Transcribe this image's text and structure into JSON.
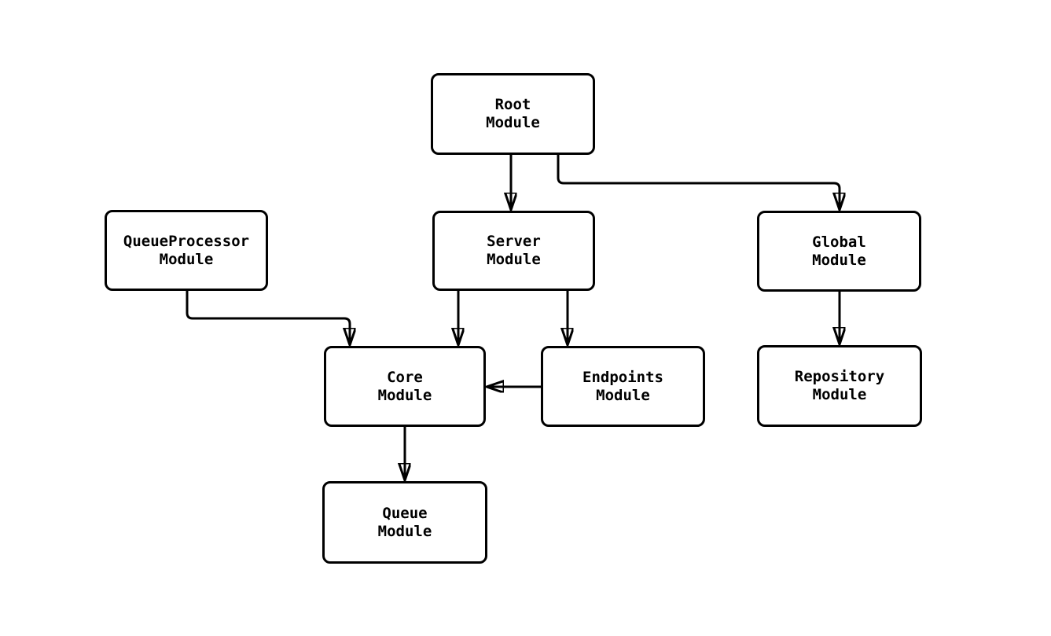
{
  "diagram": {
    "type": "module-dependency-flowchart",
    "background_color": "#ffffff",
    "node_fill": "#ffffff",
    "node_border_color": "#000000",
    "edge_color": "#000000",
    "text_color": "#000000",
    "nodes": [
      {
        "id": "root",
        "label": "Root\nModule"
      },
      {
        "id": "queueprocessor",
        "label": "QueueProcessor\nModule"
      },
      {
        "id": "server",
        "label": "Server\nModule"
      },
      {
        "id": "global",
        "label": "Global\nModule"
      },
      {
        "id": "core",
        "label": "Core\nModule"
      },
      {
        "id": "endpoints",
        "label": "Endpoints\nModule"
      },
      {
        "id": "repository",
        "label": "Repository\nModule"
      },
      {
        "id": "queue",
        "label": "Queue\nModule"
      }
    ],
    "edges": [
      {
        "from": "root",
        "to": "server"
      },
      {
        "from": "root",
        "to": "global"
      },
      {
        "from": "queueprocessor",
        "to": "core"
      },
      {
        "from": "server",
        "to": "core"
      },
      {
        "from": "server",
        "to": "endpoints"
      },
      {
        "from": "endpoints",
        "to": "core"
      },
      {
        "from": "global",
        "to": "repository"
      },
      {
        "from": "core",
        "to": "queue"
      }
    ]
  }
}
